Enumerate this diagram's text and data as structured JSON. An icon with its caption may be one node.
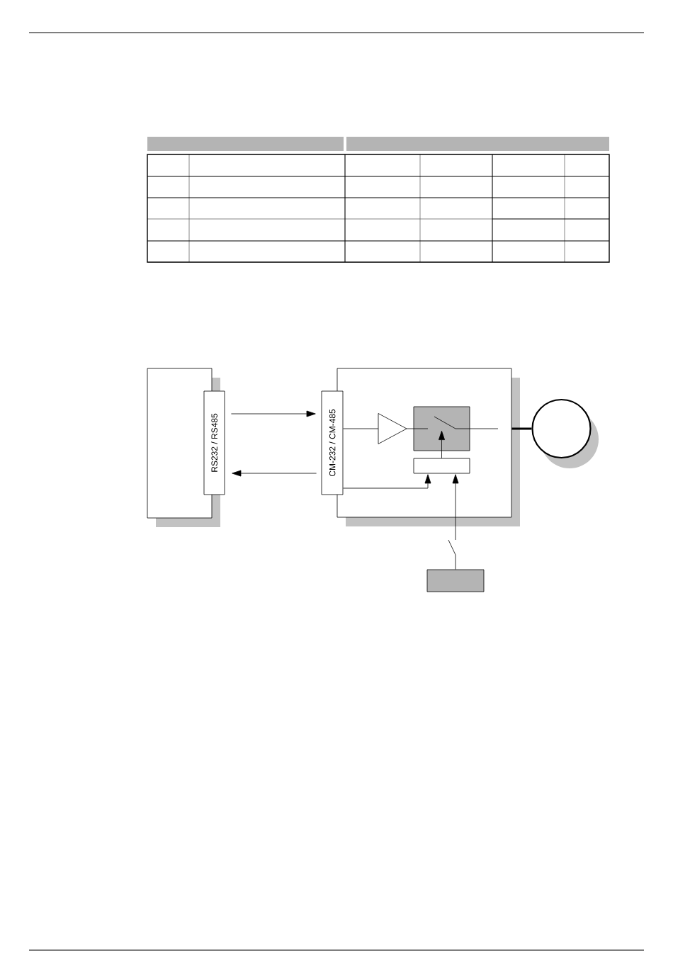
{
  "diagram": {
    "nodes": [
      {
        "text": [],
        "shape": "box"
      },
      {
        "text": [
          "RS232 / RS485"
        ]
      },
      {
        "text": [],
        "shape": "box"
      },
      {
        "text": [
          "CM-232 / CM-485"
        ]
      },
      {
        "text": [],
        "shape": "triangle",
        "in": 2
      },
      {
        "text": [],
        "shape": "box",
        "in": 2
      },
      {
        "text": [],
        "shape": "switch",
        "in": 5
      },
      {
        "text": [],
        "shape": "box",
        "in": 2
      },
      {
        "text": [],
        "shape": "circle"
      },
      {
        "text": [],
        "shape": "switch"
      },
      {
        "text": [],
        "shape": "box"
      }
    ],
    "edges": [
      {
        "from": 1,
        "to": 3,
        "arrow": "to"
      },
      {
        "from": 3,
        "to": 1,
        "arrow": "to"
      },
      {
        "from": 3,
        "to": 4,
        "arrow": "none"
      },
      {
        "from": 4,
        "to": 6,
        "arrow": "none"
      },
      {
        "from": 7,
        "to": 6,
        "arrow": "to"
      },
      {
        "from": 3,
        "to": 7,
        "arrow": "to"
      },
      {
        "from": 10,
        "to": 9,
        "arrow": "none"
      },
      {
        "from": 9,
        "to": 7,
        "arrow": "to"
      },
      {
        "from": 6,
        "to": null,
        "arrow": "none"
      },
      {
        "from": 2,
        "to": 8,
        "arrow": "none",
        "style": "thick"
      }
    ]
  }
}
